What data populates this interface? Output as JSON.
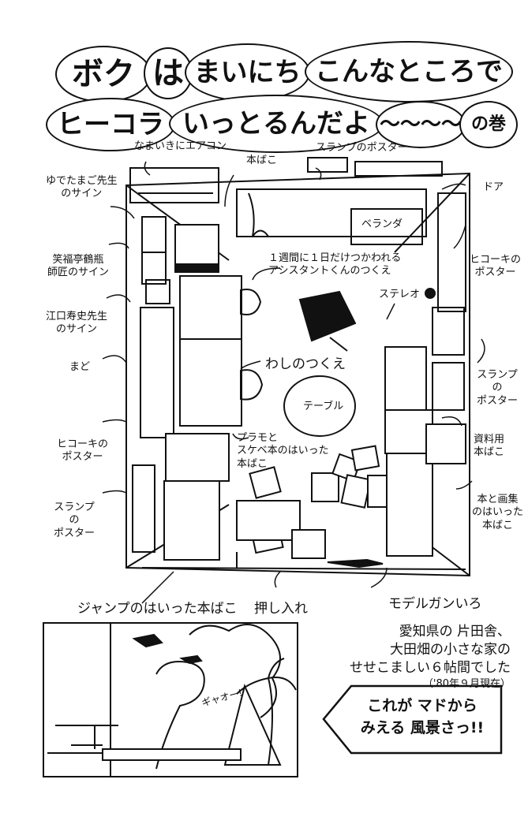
{
  "title": {
    "line1": [
      "ボク",
      "は",
      "まいにち",
      "こんなところで"
    ],
    "line2": [
      "ヒーコラ",
      "いっとるんだよ",
      "〜〜〜〜",
      "の巻"
    ]
  },
  "labels": {
    "aircon": "なまいきにエアコン",
    "bookbox_top": "本ばこ",
    "stamp_poster_top": "スランプのポスター",
    "yudetamago": "ゆでたまご先生\nのサイン",
    "door": "ドア",
    "veranda": "ベランダ",
    "shofukutei": "笑福亭鶴瓶\n師匠のサイン",
    "hikoki_right": "ヒコーキの\nポスター",
    "assistant_desk": "１週間に１日だけつかわれる\nアシスタントくんのつくえ",
    "eguchi": "江口寿史先生\nのサイン",
    "stereo": "ステレオ",
    "window": "まど",
    "my_desk": "わしのつくえ",
    "table": "テーブル",
    "stamp_poster_right": "スランプ\nの\nポスター",
    "plamo_box": "プラモと\nスケベ本のはいった\n本ばこ",
    "hikoki_left": "ヒコーキの\nポスター",
    "resource_box": "資料用\n本ばこ",
    "stamp_poster_left": "スランプ\nの\nポスター",
    "books_box": "本と画集\nのはいった\n本ばこ",
    "jump_box": "ジャンプのはいった本ばこ",
    "closet": "押し入れ",
    "model_guns": "モデルガンいろ"
  },
  "caption": {
    "line1": "愛知県の 片田舎、",
    "line2": "大田畑の小さな家の",
    "line3": "せせこましい６帖間でした",
    "date": "（'80年９月現在）"
  },
  "arrow_note": {
    "line1": "これが マドから",
    "line2": "みえる 風景さっ!!"
  },
  "panel": {
    "cry": "ギャオー!"
  }
}
